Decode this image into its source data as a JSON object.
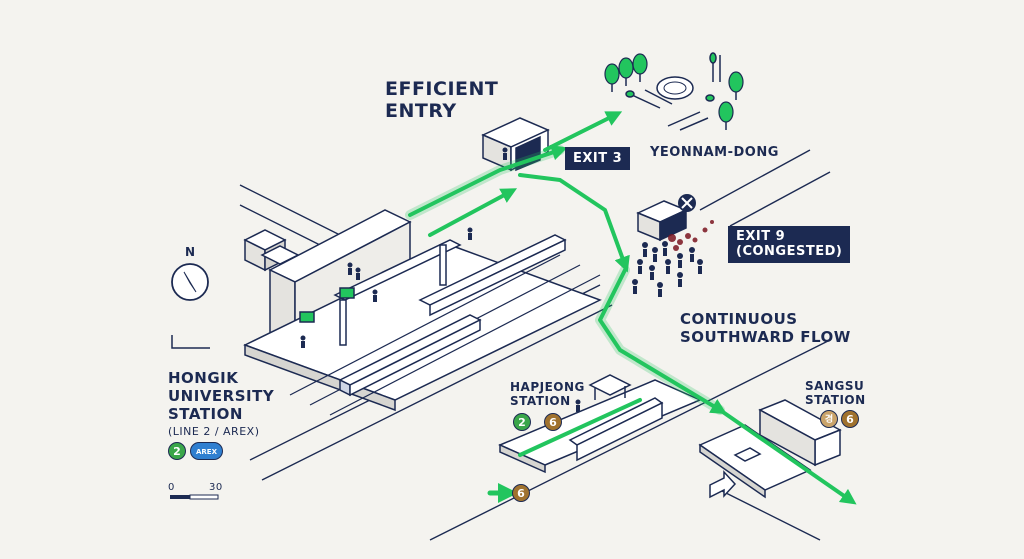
{
  "labels": {
    "efficient_entry_line1": "EFFICIENT",
    "efficient_entry_line2": "ENTRY",
    "exit3": "EXIT 3",
    "yeonnam": "YEONNAM-DONG",
    "exit9_line1": "EXIT 9",
    "exit9_line2": "(CONGESTED)",
    "flow_line1": "CONTINUOUS",
    "flow_line2": "SOUTHWARD FLOW",
    "hongik_line1": "HONGIK",
    "hongik_line2": "UNIVERSITY",
    "hongik_line3": "STATION",
    "hongik_sub": "(LINE 2 / AREX)",
    "hapjeong_line1": "HAPJEONG",
    "hapjeong_line2": "STATION",
    "sangsu_line1": "SANGSU",
    "sangsu_line2": "STATION",
    "compass_n": "N",
    "scale_min": "0",
    "scale_max": "30"
  },
  "badges": {
    "line2": "2",
    "line6": "6",
    "arex": "AREX",
    "gyeongui": "경"
  },
  "colors": {
    "navy": "#1c2a52",
    "green": "#22c55e",
    "line2_green": "#3aa64a",
    "line6_brown": "#a0722e",
    "arex_blue": "#2f7fd0",
    "gyeongui_tan": "#c9a36a",
    "congestion_red": "#7a1420",
    "background": "#f4f3ef"
  },
  "icons": [
    "compass-icon",
    "crowd-icon",
    "no-entry-icon",
    "tree-icon",
    "plate-icon",
    "cutlery-icon",
    "train-icon",
    "arrow-icon"
  ]
}
